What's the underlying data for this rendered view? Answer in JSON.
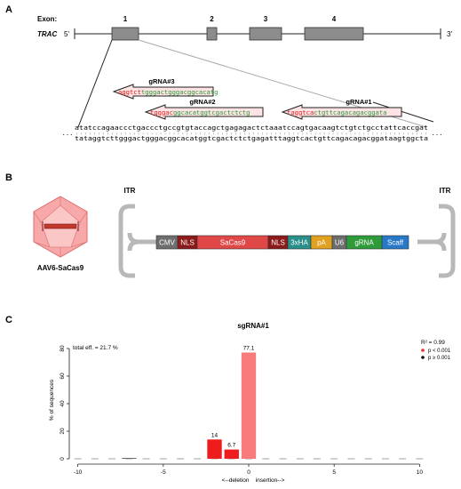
{
  "panel_a": {
    "letter": "A",
    "exon_label": "Exon:",
    "gene": "TRAC",
    "five_prime": "5'",
    "three_prime": "3'",
    "exons": [
      "1",
      "2",
      "3",
      "4"
    ],
    "grna3": {
      "label": "gRNA#3",
      "pam": "aggtct",
      "spacer": "tgggactgggacggcacatg"
    },
    "grna2": {
      "label": "gRNA#2",
      "pam": "tgggac",
      "spacer": "ggcacatggtcgactctctg"
    },
    "grna1": {
      "label": "gRNA#1",
      "pam": "taggtca",
      "spacer": "ctgttcagacagacggata"
    },
    "seq_top": "atatccagaaccctgaccctgccgtgtaccagctgagagactctaaatccagtgacaagtctgtctgcctattcaccgat",
    "seq_bottom": "tataggtcttgggactgggacggcacatggtcgactctctgagatttaggtcactgttcagacagacggataagtggcta",
    "ellipsis": "..."
  },
  "panel_b": {
    "letter": "B",
    "itr_left": "ITR",
    "itr_right": "ITR",
    "vector_name": "AAV6-SaCas9",
    "elements": [
      {
        "label": "CMV",
        "color": "#6e6e6e"
      },
      {
        "label": "NLS",
        "color": "#8b1a1a"
      },
      {
        "label": "SaCas9",
        "color": "#e04848"
      },
      {
        "label": "NLS",
        "color": "#8b1a1a"
      },
      {
        "label": "3xHA",
        "color": "#2a8f8a"
      },
      {
        "label": "pA",
        "color": "#e0a020"
      },
      {
        "label": "U6",
        "color": "#6e6e6e"
      },
      {
        "label": "gRNA",
        "color": "#2e9a3a"
      },
      {
        "label": "Scaff",
        "color": "#2878c8"
      }
    ]
  },
  "panel_c": {
    "letter": "C",
    "chart_data": {
      "type": "bar",
      "title": "sgRNA#1",
      "ylabel": "% of sequences",
      "xlabel": "<--deletion    insertion-->",
      "total_eff_label": "total eff. = 21.7 %",
      "r2_label": "R² = 0.99",
      "legend": [
        "p < 0.001",
        "p ≥ 0.001"
      ],
      "legend_colors": [
        "#e83030",
        "#111111"
      ],
      "xlim": [
        -10.5,
        10.5
      ],
      "ylim": [
        0,
        80
      ],
      "x_ticks": [
        -10,
        -5,
        0,
        5,
        10
      ],
      "y_ticks": [
        0,
        20,
        40,
        60,
        80
      ],
      "bars": [
        {
          "x": -2,
          "value": 14,
          "label": "14",
          "color": "#ee1c1c"
        },
        {
          "x": -1,
          "value": 6.7,
          "label": "6.7",
          "color": "#ee1c1c"
        },
        {
          "x": 0,
          "value": 77.1,
          "label": "77.1",
          "color": "#f77b7b"
        },
        {
          "x": -7,
          "value": 0.4,
          "label": "",
          "color": "#111111"
        }
      ]
    }
  }
}
